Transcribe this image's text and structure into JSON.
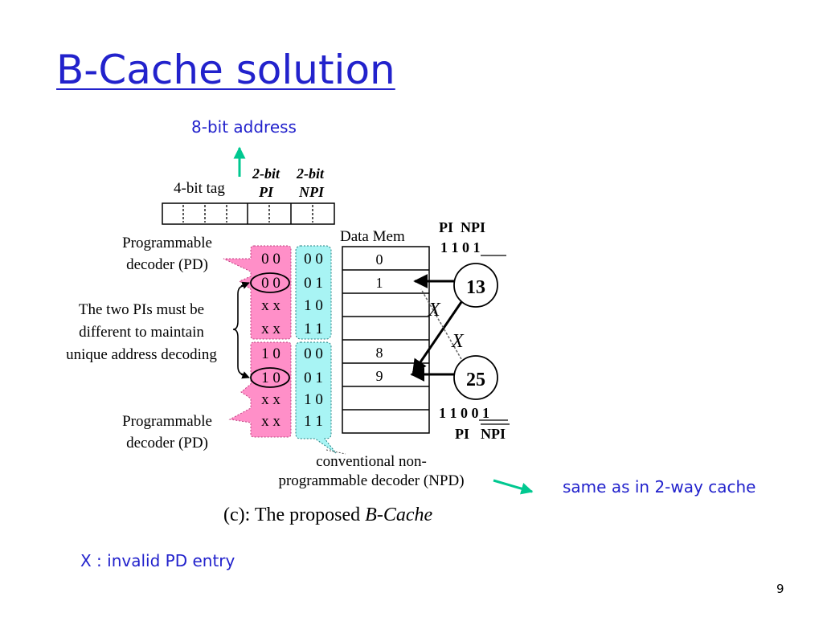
{
  "title": "B-Cache solution",
  "notes": {
    "address": "8-bit address",
    "same_as": "same as in 2-way cache",
    "invalid": "X : invalid PD entry"
  },
  "slide_number": "9",
  "figure": {
    "tag_label": "4-bit tag",
    "pi_header": [
      "2-bit",
      "PI"
    ],
    "npi_header": [
      "2-bit",
      "NPI"
    ],
    "data_mem_label": "Data Mem",
    "pd_top": [
      "Programmable",
      "decoder (PD)"
    ],
    "pd_bottom": [
      "Programmable",
      "decoder (PD)"
    ],
    "explain": [
      "The two PIs must be",
      "different to maintain",
      "unique address decoding"
    ],
    "npd": [
      "conventional non-",
      "programmable decoder (NPD)"
    ],
    "caption_prefix": "(c): The proposed ",
    "caption_italic": "B-Cache",
    "pd_entries": [
      "0 0",
      "0 0",
      "x x",
      "x x",
      "1 0",
      "1 0",
      "x x",
      "x x"
    ],
    "npd_entries": [
      "0 0",
      "0 1",
      "1 0",
      "1 1",
      "0 0",
      "0 1",
      "1 0",
      "1 1"
    ],
    "mem_rows": [
      "0",
      "1",
      "",
      "",
      "8",
      "9",
      "",
      ""
    ],
    "addr_13": {
      "value": "13",
      "header": "PI  NPI",
      "bits": "1 1 0 1"
    },
    "addr_25": {
      "value": "25",
      "bits": "1 1 0 0 1",
      "pi": "PI",
      "npi": "NPI"
    }
  },
  "colors": {
    "title": "#2222cc",
    "pink": "#ff8fc8",
    "cyan": "#a8f4f4",
    "arrow_green": "#00c890"
  }
}
